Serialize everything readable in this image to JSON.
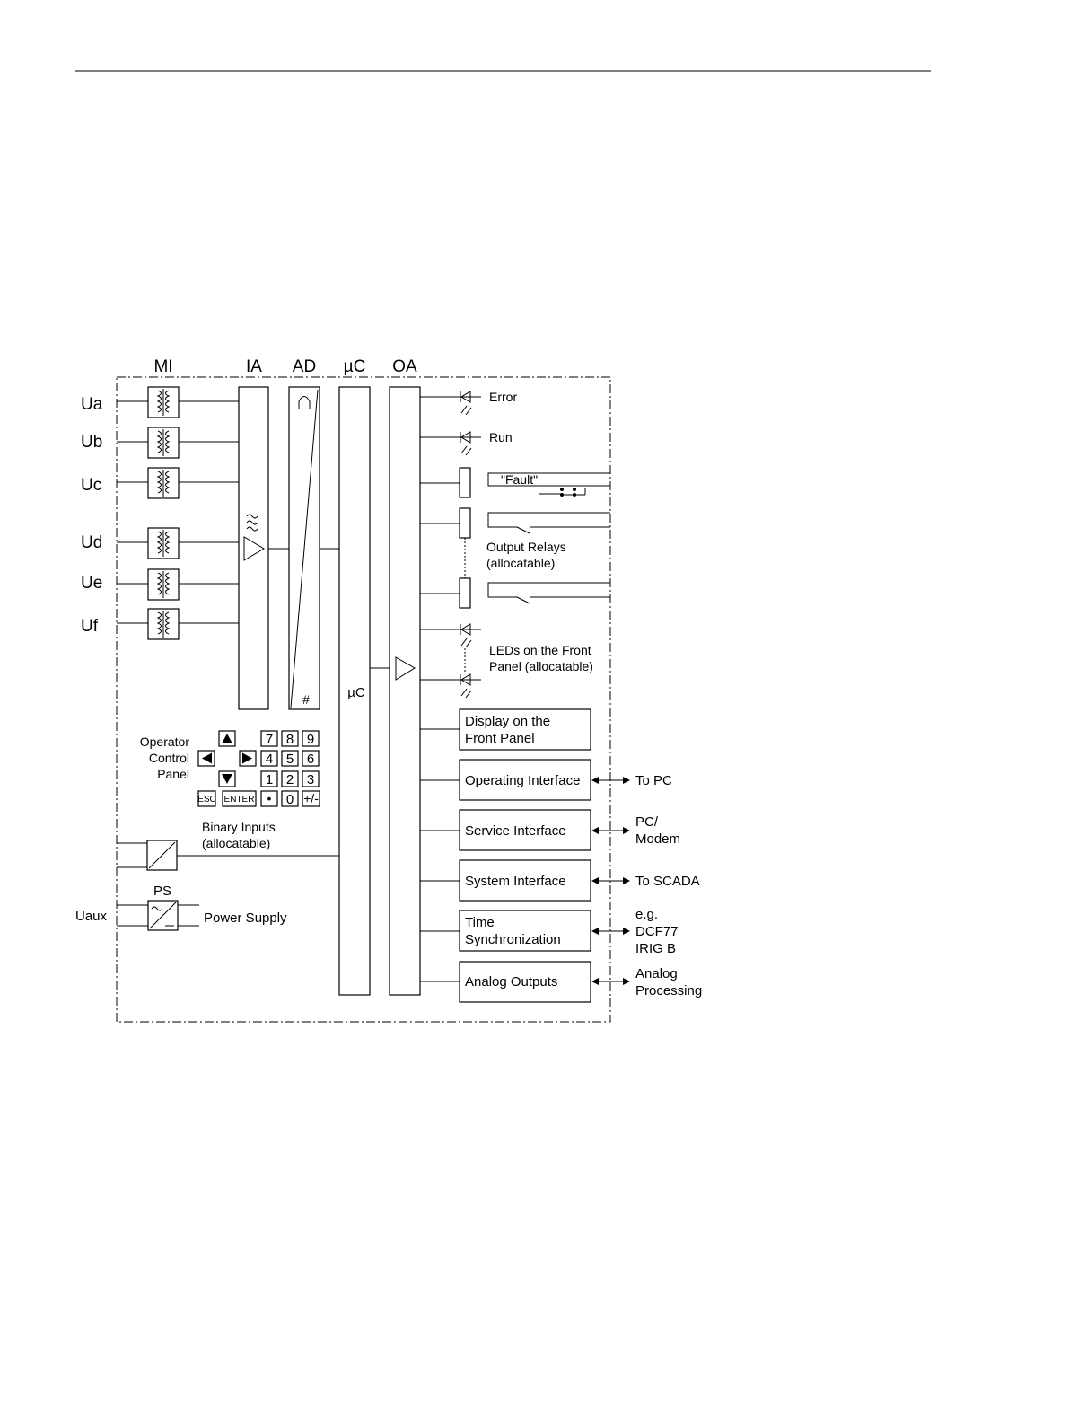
{
  "colors": {
    "line": "#000000",
    "background": "#ffffff"
  },
  "column_headers": [
    "MI",
    "IA",
    "AD",
    "µC",
    "OA"
  ],
  "inputs": [
    "Ua",
    "Ub",
    "Uc",
    "Ud",
    "Ue",
    "Uf"
  ],
  "uaux": "Uaux",
  "ad_hash": "#",
  "uc_label": "µC",
  "leds": {
    "error": "Error",
    "run": "Run"
  },
  "fault": "\"Fault\"",
  "output_relays": [
    "Output Relays",
    "(allocatable)"
  ],
  "leds_front": [
    "LEDs on the Front",
    "Panel (allocatable)"
  ],
  "operator_panel": [
    "Operator",
    "Control",
    "Panel"
  ],
  "keypad": {
    "digits": [
      "7",
      "8",
      "9",
      "4",
      "5",
      "6",
      "1",
      "2",
      "3"
    ],
    "esc": "ESC",
    "enter": "ENTER",
    "dot": "•",
    "zero": "0",
    "plusminus": "+/-"
  },
  "binary_inputs": [
    "Binary Inputs",
    "(allocatable)"
  ],
  "ps": "PS",
  "power_supply": "Power Supply",
  "interfaces": [
    {
      "lines": [
        "Display on the",
        "Front Panel"
      ],
      "target": []
    },
    {
      "lines": [
        "Operating Interface"
      ],
      "target": [
        "To PC"
      ]
    },
    {
      "lines": [
        "Service Interface"
      ],
      "target": [
        "PC/",
        "Modem"
      ]
    },
    {
      "lines": [
        "System Interface"
      ],
      "target": [
        "To SCADA"
      ]
    },
    {
      "lines": [
        "Time",
        "Synchronization"
      ],
      "target": [
        "e.g.",
        "DCF77",
        "IRIG B"
      ]
    },
    {
      "lines": [
        "Analog Outputs"
      ],
      "target": [
        "Analog",
        "Processing"
      ]
    }
  ]
}
